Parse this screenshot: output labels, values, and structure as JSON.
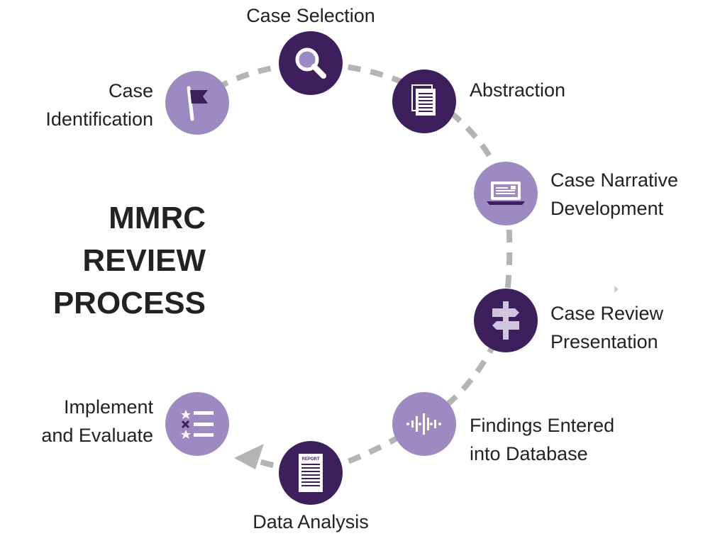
{
  "title": {
    "line1": "MMRC",
    "line2": "REVIEW",
    "line3": "PROCESS"
  },
  "colors": {
    "dark": "#3d1f5e",
    "light": "#9e8ac3",
    "connector": "#b4b4b4",
    "text": "#222222"
  },
  "steps": [
    {
      "label": "Case Selection",
      "icon": "magnifier-icon",
      "tone": "dark"
    },
    {
      "label": "Abstraction",
      "icon": "documents-icon",
      "tone": "dark"
    },
    {
      "label": "Case Narrative\nDevelopment",
      "icon": "laptop-icon",
      "tone": "light"
    },
    {
      "label": "Case Review\nPresentation",
      "icon": "signpost-icon",
      "tone": "dark"
    },
    {
      "label": "Findings Entered\ninto Database",
      "icon": "data-points-icon",
      "tone": "light"
    },
    {
      "label": "Data Analysis",
      "icon": "report-icon",
      "tone": "dark",
      "icon_text": "REPORT"
    },
    {
      "label": "Implement\nand Evaluate",
      "icon": "checklist-icon",
      "tone": "light"
    },
    {
      "label": "Case\nIdentification",
      "icon": "flag-icon",
      "tone": "light"
    }
  ]
}
